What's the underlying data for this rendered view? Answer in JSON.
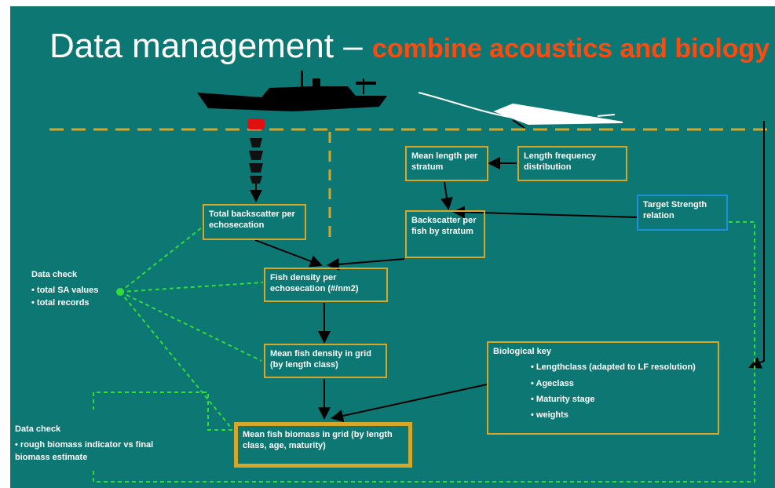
{
  "title": {
    "main": "Data management – ",
    "sub": "combine acoustics and biology"
  },
  "boxes": {
    "total_backscatter": "Total backscatter per echosecation",
    "mean_length": "Mean length per stratum",
    "length_frequency": "Length frequency distribution",
    "backscatter_per_fish": "Backscatter per fish by stratum",
    "target_strength": "Target Strength relation",
    "fish_density": "Fish density per echosecation (#/nm2)",
    "mean_fish_density": "Mean fish density in grid (by length class)",
    "biological_key": {
      "title": "Biological key",
      "items": [
        "Lengthclass (adapted to LF resolution)",
        "Ageclass",
        "Maturity stage",
        "weights"
      ]
    },
    "mean_fish_biomass": "Mean fish biomass in grid (by length class, age, maturity)"
  },
  "data_check_1": {
    "title": "Data check",
    "items": [
      "total SA values",
      "total records"
    ]
  },
  "data_check_2": {
    "title": "Data check",
    "items": [
      "rough biomass indicator vs final biomass estimate"
    ]
  },
  "colors": {
    "background": "#0d7774",
    "title_accent": "#ff4a0e",
    "box_border": "#d7a72a",
    "target_strength_border": "#1e8fe0",
    "check_lines": "#33dd33",
    "arrows": "#000000"
  },
  "icons": [
    "research-vessel-icon",
    "transducer-icon",
    "trawl-net-icon"
  ]
}
